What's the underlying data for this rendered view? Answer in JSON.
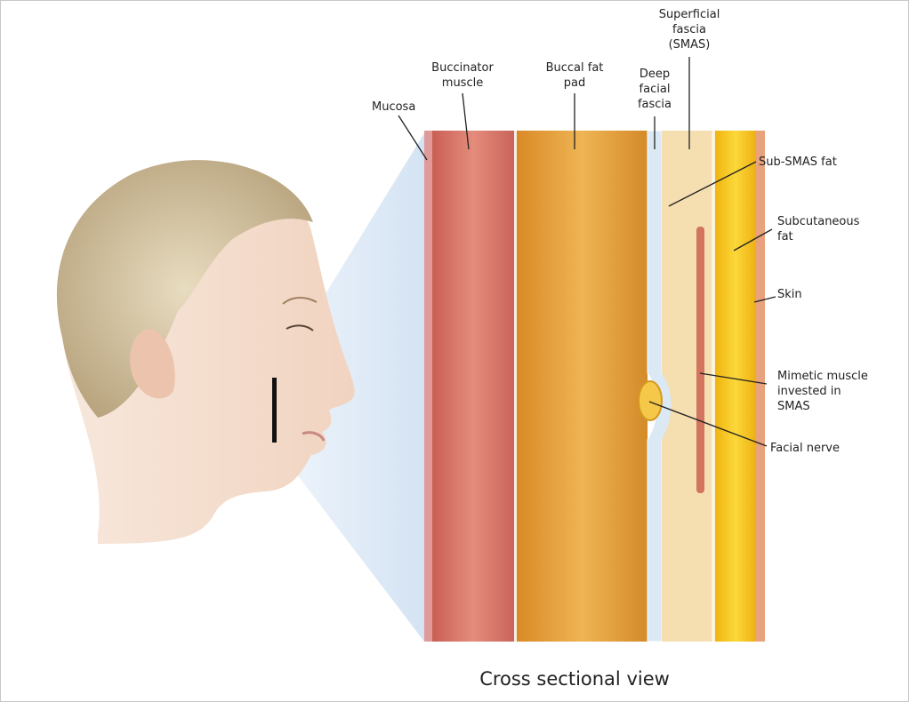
{
  "labels": {
    "mucosa": "Mucosa",
    "buccinator": "Buccinator\nmuscle",
    "buccal_fat": "Buccal fat\npad",
    "deep_fascia": "Deep\nfacial\nfascia",
    "smas": "Superficial\nfascia\n(SMAS)",
    "sub_smas": "Sub-SMAS fat",
    "subcutaneous": "Subcutaneous\nfat",
    "skin": "Skin",
    "mimetic": "Mimetic muscle\ninvested in\nSMAS",
    "facial_nerve": "Facial nerve"
  },
  "caption": "Cross sectional view",
  "colors": {
    "mucosa": "#e09a9a",
    "muscle": "#d9786a",
    "buccal_fat": "#e9a640",
    "fascia": "#d8e8f4",
    "smas": "#f5deb0",
    "subcutaneous": "#f5c218",
    "skin": "#e8a27c",
    "projection": "#dce9f6"
  }
}
